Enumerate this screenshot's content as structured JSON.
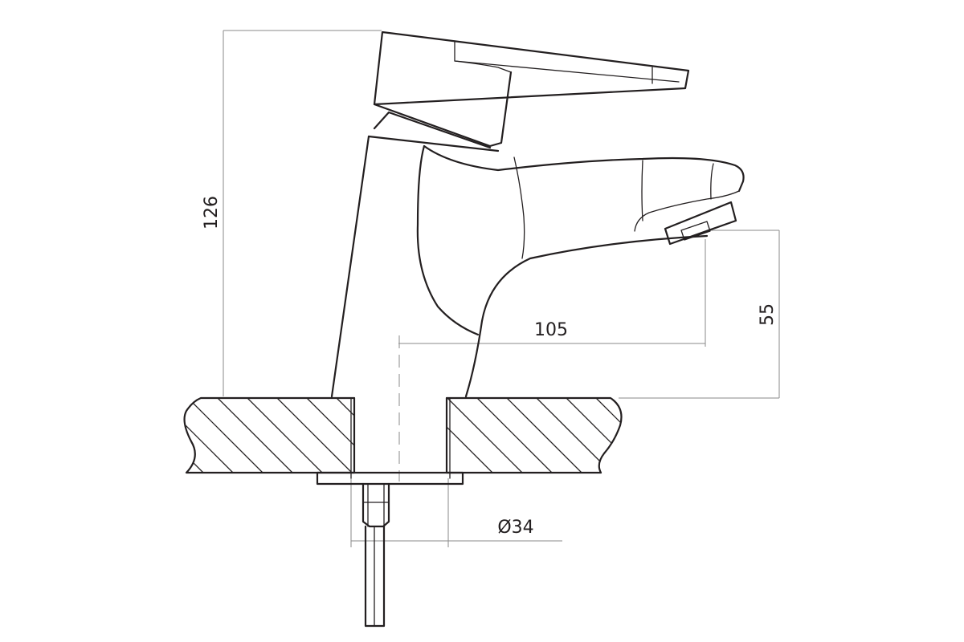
{
  "dimensions": {
    "height_total": "126",
    "spout_height": "55",
    "spout_reach": "105",
    "hole_diameter": "Ø34"
  },
  "colors": {
    "line": "#231f20",
    "dimension_line": "#8a8a8a",
    "background": "#ffffff"
  }
}
